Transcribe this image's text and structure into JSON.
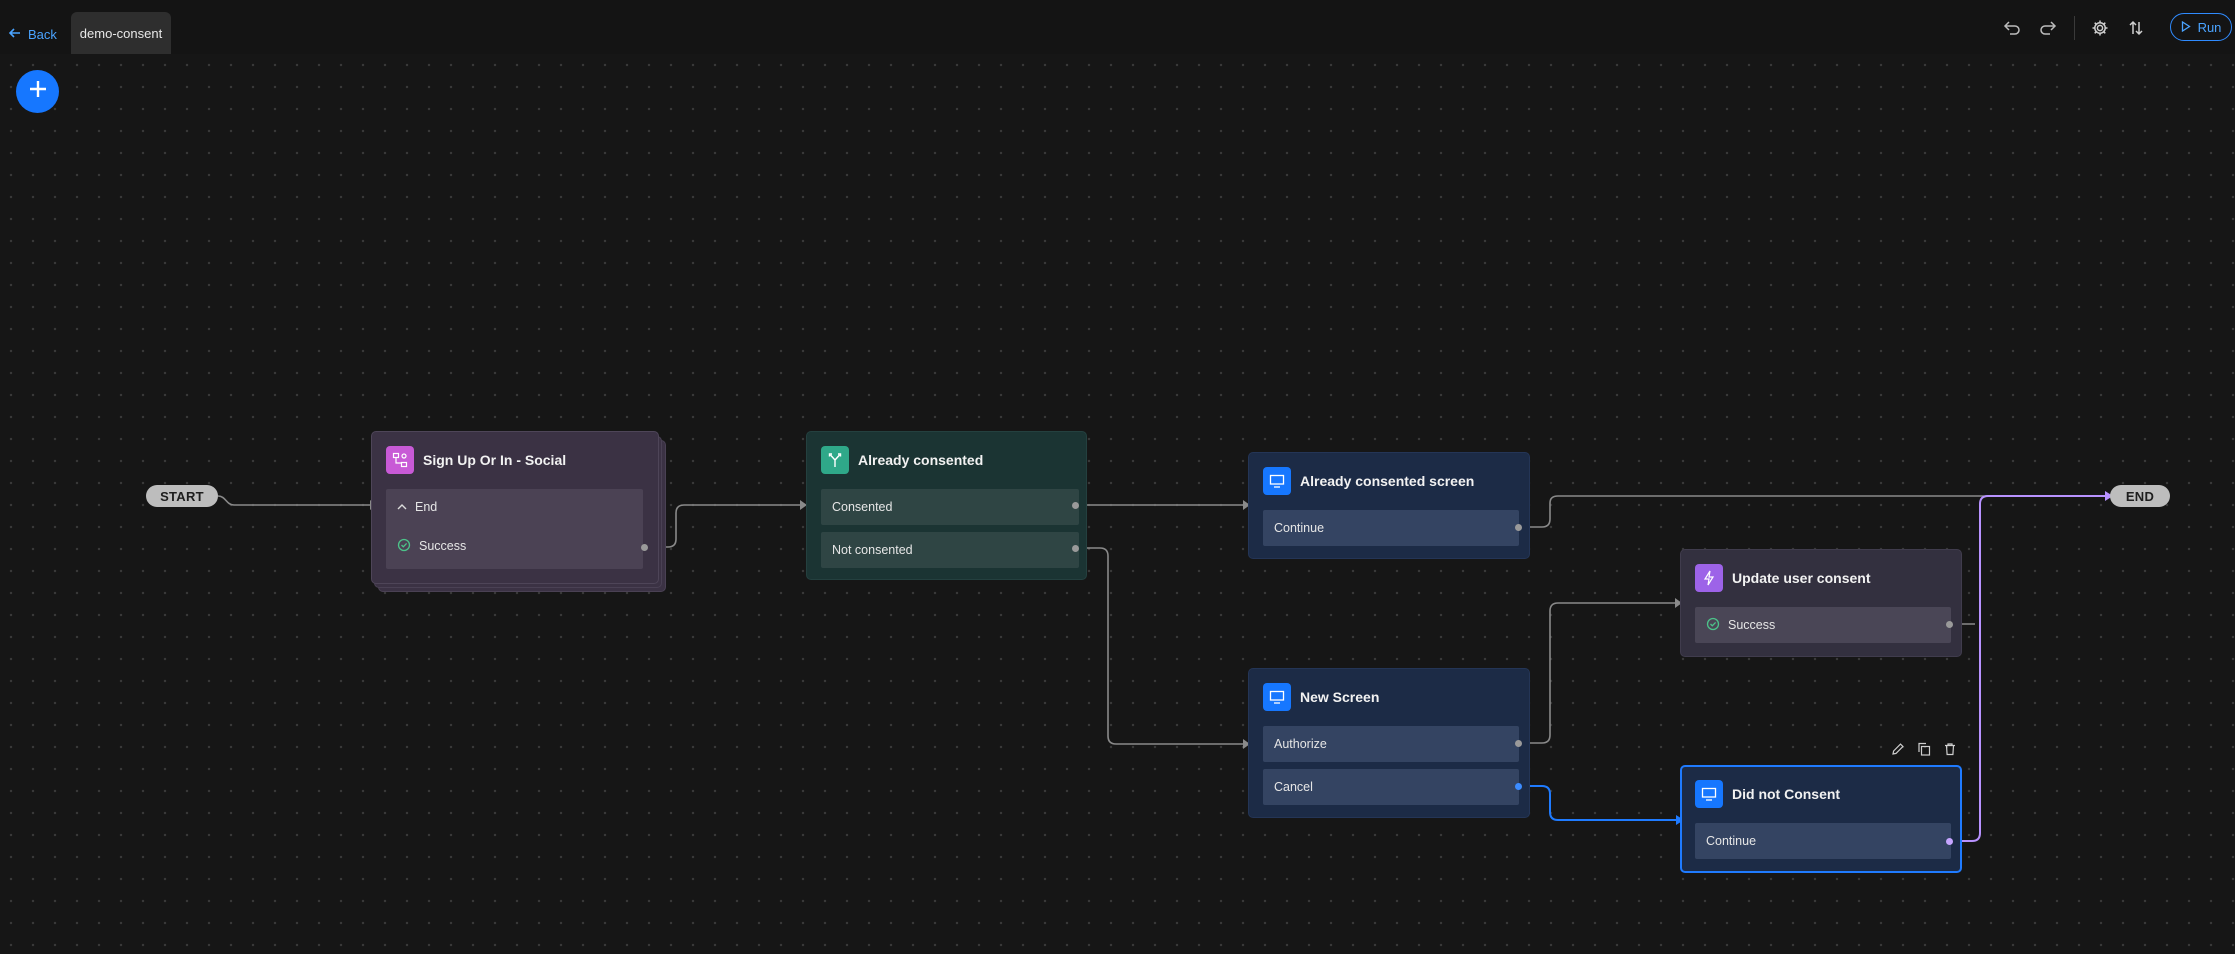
{
  "header": {
    "back_label": "Back",
    "tab_label": "demo-consent",
    "run_label": "Run",
    "icons": [
      "undo-icon",
      "redo-icon",
      "gear-icon",
      "sort-arrows-icon",
      "play-icon"
    ]
  },
  "canvas": {
    "start_label": "START",
    "end_label": "END",
    "add_button_icon": "plus-icon",
    "selected_node_actions": [
      "pencil-icon",
      "copy-icon",
      "trash-icon"
    ],
    "nodes": {
      "signup": {
        "title": "Sign Up Or In - Social",
        "icon": "flow-icon",
        "outputs": [
          {
            "label": "End",
            "icon": "chevron-up-icon"
          },
          {
            "label": "Success",
            "icon": "check-circle-icon"
          }
        ]
      },
      "already_consented": {
        "title": "Already consented",
        "icon": "condition-branch-icon",
        "outputs": [
          {
            "label": "Consented"
          },
          {
            "label": "Not consented"
          }
        ]
      },
      "already_consented_screen": {
        "title": "Already consented screen",
        "icon": "monitor-icon",
        "outputs": [
          {
            "label": "Continue"
          }
        ]
      },
      "new_screen": {
        "title": "New Screen",
        "icon": "monitor-icon",
        "outputs": [
          {
            "label": "Authorize"
          },
          {
            "label": "Cancel"
          }
        ]
      },
      "update_user_consent": {
        "title": "Update user consent",
        "icon": "lightning-icon",
        "outputs": [
          {
            "label": "Success",
            "icon": "check-circle-icon"
          }
        ]
      },
      "did_not_consent": {
        "title": "Did not Consent",
        "icon": "monitor-icon",
        "selected": true,
        "outputs": [
          {
            "label": "Continue"
          }
        ]
      }
    }
  },
  "colors": {
    "accent": "#1677ff",
    "screen_node": "#1c2b46",
    "condition_node": "#1b3433",
    "flow_node": "#3b3244",
    "action_node": "#33303f",
    "end_edge": "#b892ff"
  }
}
